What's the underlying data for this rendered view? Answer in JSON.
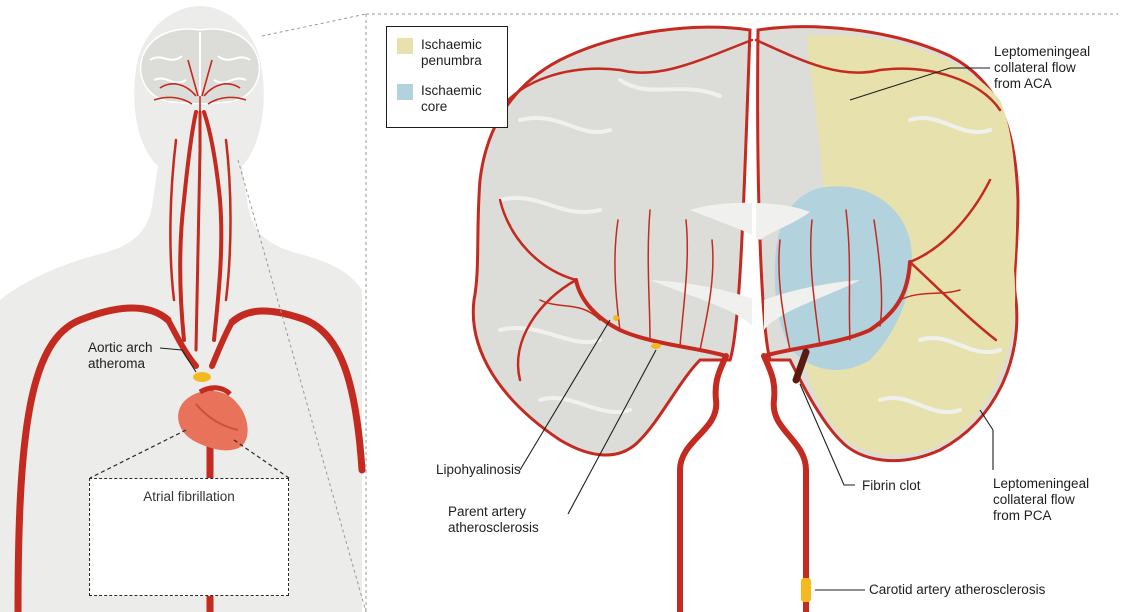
{
  "colors": {
    "artery": "#c42a1f",
    "brain_grey": "#dcdcd8",
    "brain_outline_light": "#f0f0ee",
    "body": "#ececea",
    "penumbra": "#e7e2ad",
    "core": "#b2d3dd",
    "atheroma": "#f3b91f",
    "clot": "#5a1a10",
    "heart": "#e8735a"
  },
  "legend": {
    "items": [
      {
        "label": "Ischaemic penumbra",
        "color": "#e7e2ad"
      },
      {
        "label": "Ischaemic core",
        "color": "#b2d3dd"
      }
    ]
  },
  "labels": {
    "aortic_arch": "Aortic arch atheroma",
    "atrial_fibrillation": "Atrial fibrillation",
    "lipohyalinosis": "Lipohyalinosis",
    "parent_artery": "Parent artery atherosclerosis",
    "fibrin_clot": "Fibrin clot",
    "collateral_aca": "Leptomeningeal collateral flow from ACA",
    "collateral_pca": "Leptomeningeal collateral flow from PCA",
    "carotid": "Carotid artery atherosclerosis"
  }
}
